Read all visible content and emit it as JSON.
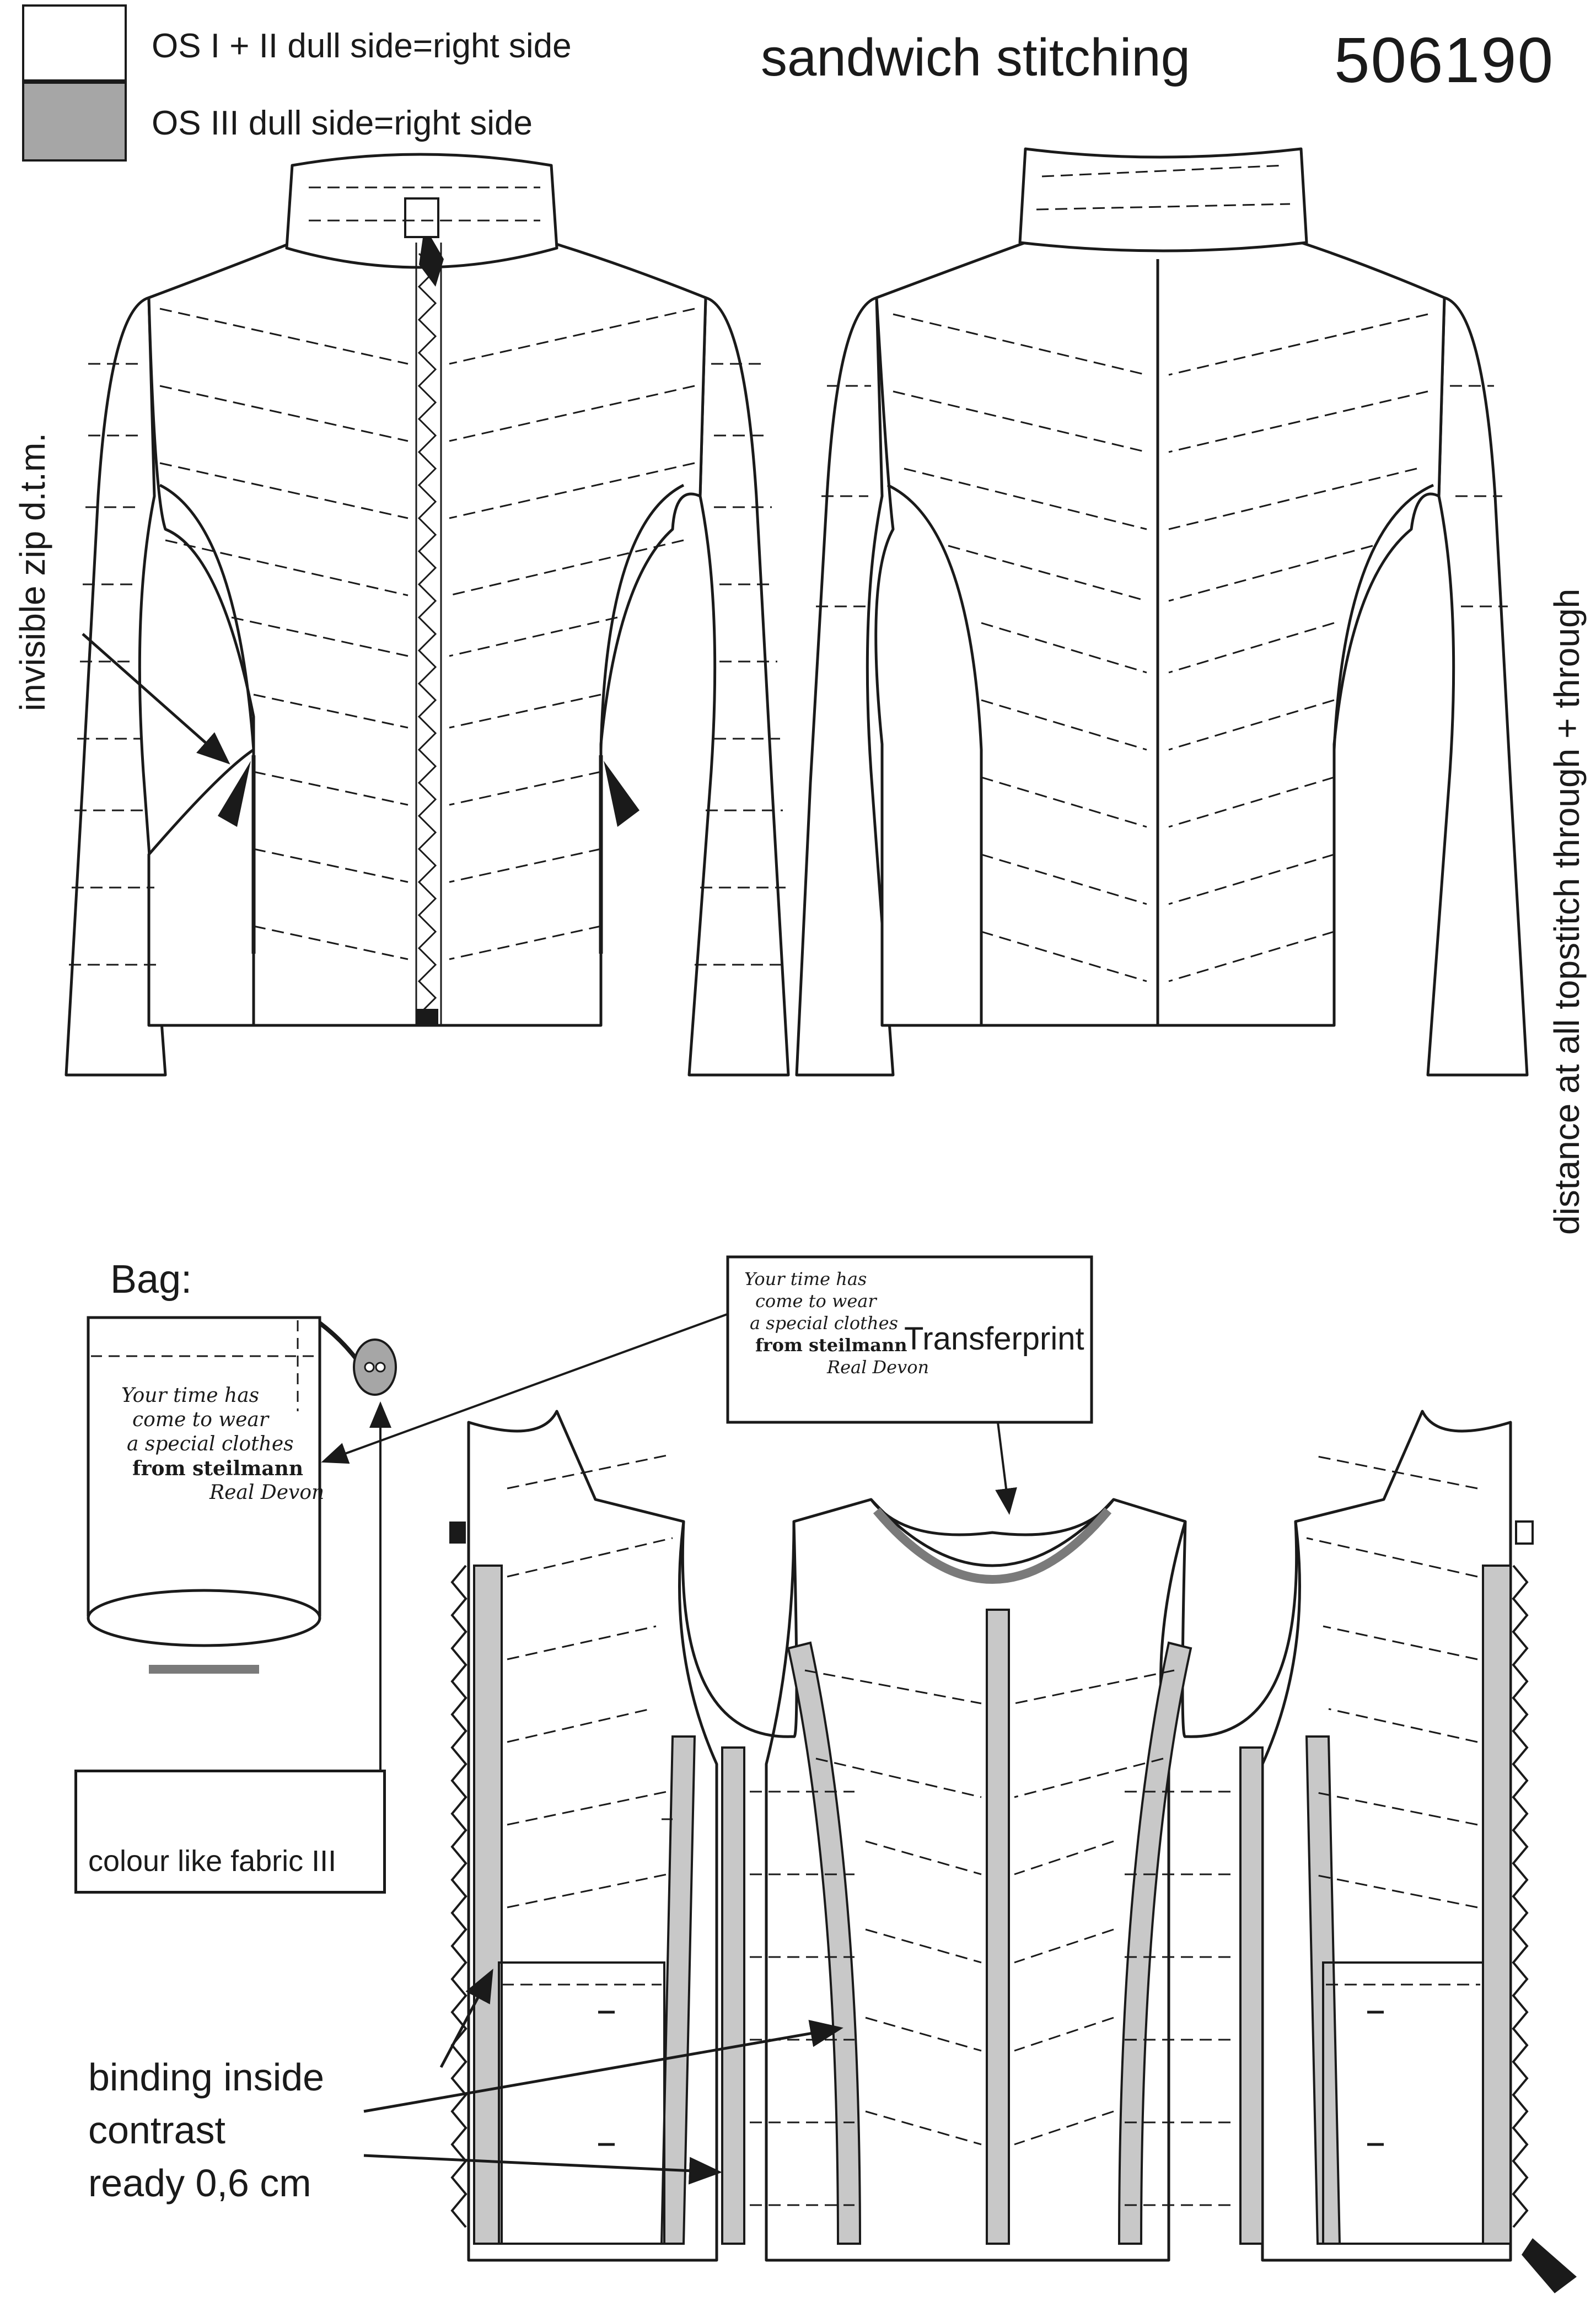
{
  "legend": {
    "items": [
      {
        "label": "OS I + II  dull side=right side",
        "color": "#ffffff"
      },
      {
        "label": "OS III dull side=right side",
        "color": "#a6a6a6"
      }
    ]
  },
  "header": {
    "title": "sandwich stitching",
    "code": "506190"
  },
  "annotations": {
    "invisible_zip": "invisible zip d.t.m.",
    "distance": "distance at all topstitch through + through",
    "bag_label": "Bag:",
    "transferprint": "Transferprint",
    "button_note": "colour like fabric III",
    "binding": [
      "binding inside",
      "contrast",
      "ready 0,6 cm"
    ]
  },
  "print_text": {
    "lines": [
      "Your time has",
      "come to wear",
      "a special clothes",
      "from steilmann"
    ],
    "signature": "Real Devon"
  },
  "colors": {
    "line": "#1a1a1a",
    "contrast": "#c8c8c8",
    "dark_contrast": "#7a7a7a",
    "fabric": "#ffffff"
  }
}
